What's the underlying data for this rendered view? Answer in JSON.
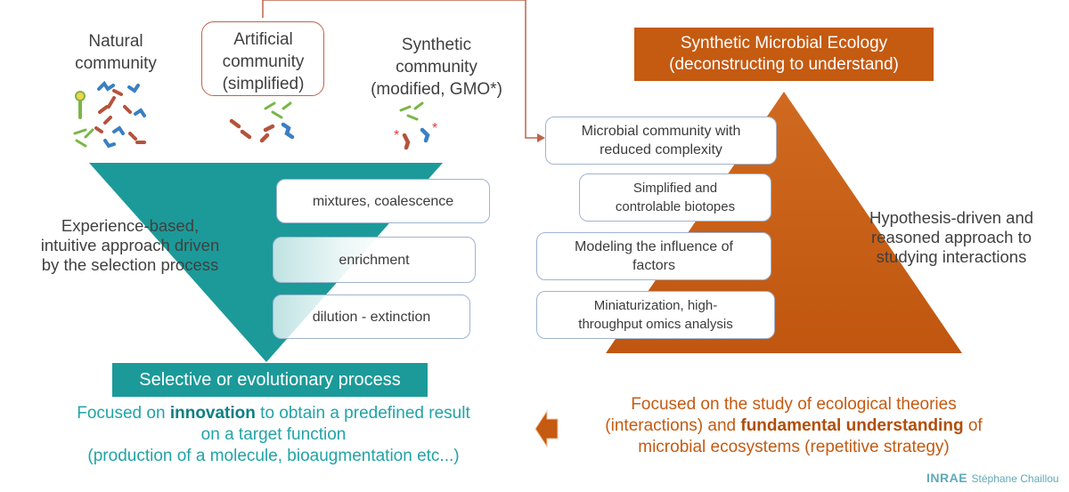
{
  "communities": {
    "natural": [
      "Natural",
      "community"
    ],
    "artificial": [
      "Artificial",
      "community",
      "(simplified)"
    ],
    "synthetic": [
      "Synthetic",
      "community",
      "(modified, GMO*)"
    ]
  },
  "funnel": {
    "steps": [
      "mixtures, coalescence",
      "enrichment",
      "dilution - extinction"
    ],
    "left_text": [
      "Experience-based,",
      "intuitive approach driven",
      "by the selection process"
    ],
    "bottom_label": "Selective or evolutionary process"
  },
  "pyramid": {
    "title": [
      "Synthetic Microbial Ecology",
      "(deconstructing to understand)"
    ],
    "steps": [
      [
        "Microbial community with",
        "reduced complexity"
      ],
      [
        "Simplified and",
        "controlable biotopes"
      ],
      [
        "Modeling the influence of",
        "factors"
      ],
      [
        "Miniaturization, high-",
        "throughput omics analysis"
      ]
    ],
    "right_text": [
      "Hypothesis-driven and",
      "reasoned approach to",
      "studying interactions"
    ]
  },
  "bottom": {
    "left": {
      "line1_pre": "Focused on ",
      "line1_bold": "innovation",
      "line1_post": " to obtain a predefined result",
      "line2": "on a target function",
      "line3": "(production of a molecule, bioaugmentation etc...)"
    },
    "right": {
      "line1": "Focused on the study of ecological theories",
      "line2_pre": "(interactions) and ",
      "line2_bold": "fundamental understanding",
      "line2_post": " of",
      "line3": "microbial ecosystems (repetitive strategy)"
    }
  },
  "footer": {
    "brand": "INRAE",
    "author": "Stéphane Chaillou"
  },
  "colors": {
    "teal": "#1b9a99",
    "orange": "#c55a11",
    "box_border": "#9fb4cf",
    "bacteria_red": "#b5533c",
    "bacteria_blue": "#3b7fc4",
    "bacteria_green": "#7ab648"
  }
}
